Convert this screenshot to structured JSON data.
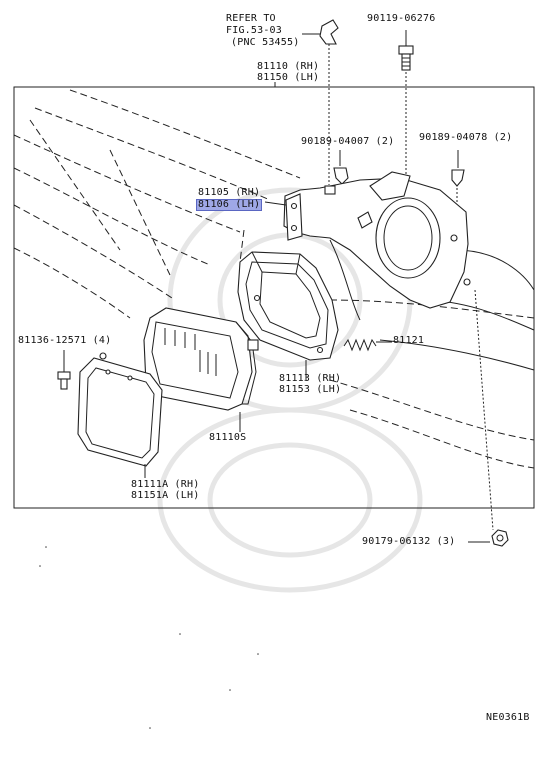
{
  "labels": {
    "refer_line1": "REFER TO",
    "refer_line2": "FIG.53-03",
    "refer_line3": "(PNC 53455)",
    "p90119": "90119-06276",
    "p81110": "81110 (RH)",
    "p81150": "81150 (LH)",
    "p90189a": "90189-04007 (2)",
    "p90189b": "90189-04078 (2)",
    "p81105": "81105 (RH)",
    "p81106": "81106 (LH)",
    "p81136": "81136-12571 (4)",
    "p81121": "81121",
    "p81113": "81113 (RH)",
    "p81153": "81153 (LH)",
    "p81110s": "81110S",
    "p81111a": "81111A (RH)",
    "p81151a": "81151A (LH)",
    "p90179": "90179-06132 (3)",
    "code": "NE0361B"
  },
  "colors": {
    "highlight": "#9fa8e6",
    "line": "#222222",
    "watermark": "#e6e6e6"
  }
}
